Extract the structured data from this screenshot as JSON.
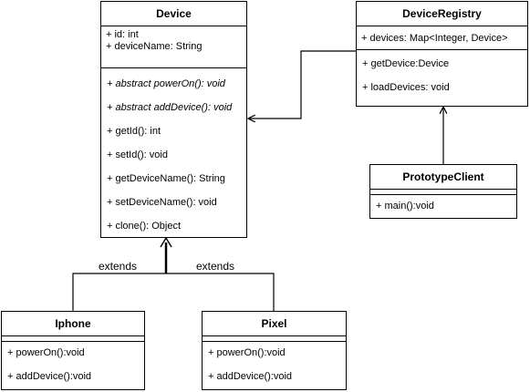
{
  "classes": {
    "device": {
      "name": "Device",
      "attributes": [
        "+ id: int",
        "+ deviceName: String"
      ],
      "methods": [
        "+ abstract powerOn(): void",
        "+ abstract addDevice(): void",
        "+ getId(): int",
        "+ setId(): void",
        "+ getDeviceName(): String",
        "+ setDeviceName(): void",
        "+ clone(): Object"
      ]
    },
    "registry": {
      "name": "DeviceRegistry",
      "attributes": [
        "+ devices: Map<Integer, Device>"
      ],
      "methods": [
        "+ getDevice:Device",
        "+ loadDevices: void"
      ]
    },
    "client": {
      "name": "PrototypeClient",
      "methods": [
        "+ main():void"
      ]
    },
    "iphone": {
      "name": "Iphone",
      "methods": [
        "+ powerOn():void",
        "+ addDevice():void"
      ]
    },
    "pixel": {
      "name": "Pixel",
      "methods": [
        "+ powerOn():void",
        "+ addDevice():void"
      ]
    }
  },
  "relations": {
    "extends_left": "extends",
    "extends_right": "extends"
  }
}
